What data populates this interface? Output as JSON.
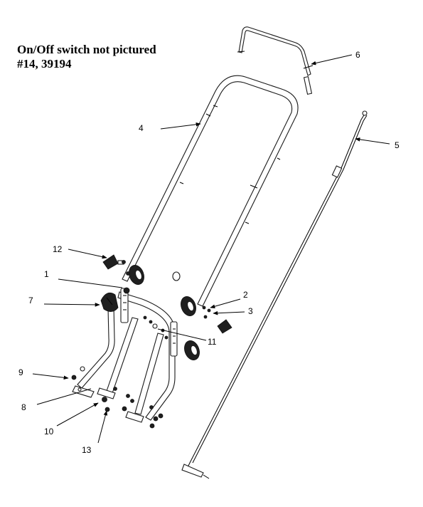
{
  "notes": {
    "line1": "On/Off switch not pictured",
    "line2": "#14, 39194"
  },
  "callouts": {
    "c1": "1",
    "c2": "2",
    "c3": "3",
    "c4": "4",
    "c5": "5",
    "c6": "6",
    "c7": "7",
    "c8": "8",
    "c9": "9",
    "c10": "10",
    "c11": "11",
    "c12": "12",
    "c13": "13"
  }
}
